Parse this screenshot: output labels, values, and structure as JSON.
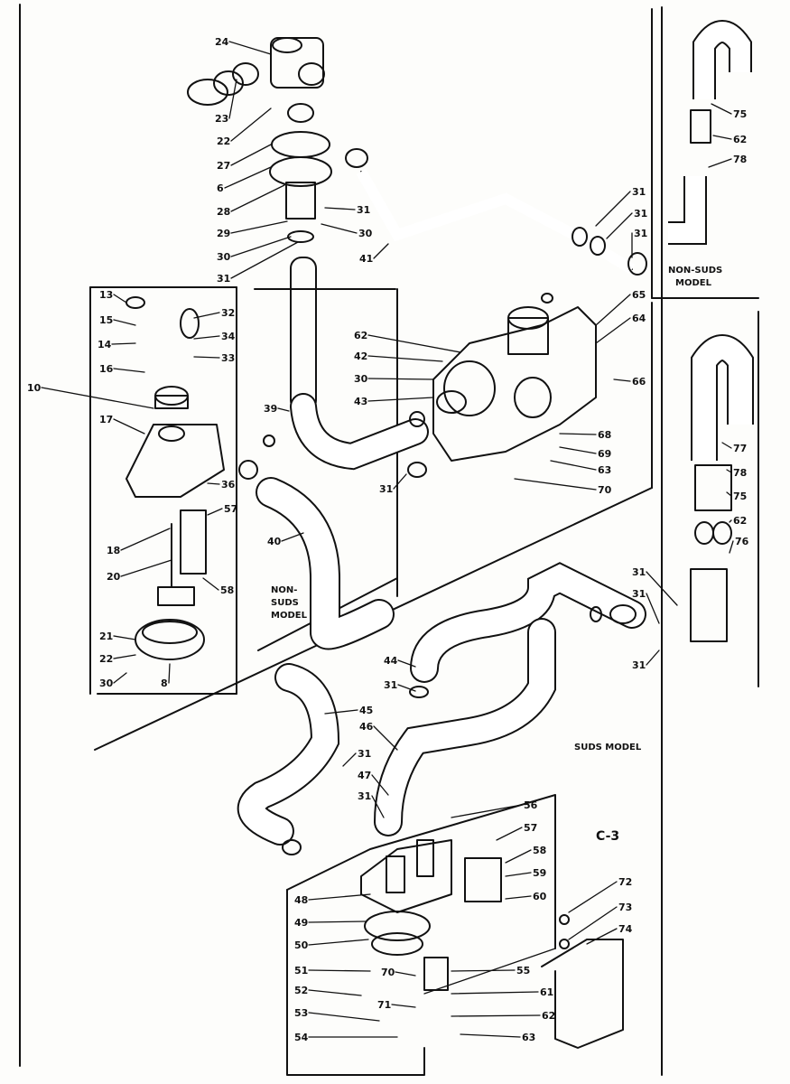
{
  "diagram": {
    "figure_code": "C-3",
    "captions": {
      "non_suds_top": [
        "NON-SUDS",
        "MODEL"
      ],
      "non_suds_left": [
        "NON-",
        "SUDS",
        "MODEL"
      ],
      "suds_model": "SUDS MODEL"
    },
    "callouts": {
      "top_pump": [
        "24",
        "23",
        "22",
        "27",
        "6",
        "28",
        "29",
        "30",
        "31",
        "31",
        "30"
      ],
      "upper_hose": [
        "31",
        "31",
        "31",
        "41"
      ],
      "upper_right": [
        "75",
        "62",
        "78"
      ],
      "left_box": [
        "13",
        "15",
        "14",
        "16",
        "10",
        "17",
        "18",
        "20",
        "21",
        "22",
        "30",
        "8",
        "32",
        "34",
        "33",
        "36",
        "57",
        "58"
      ],
      "motor": [
        "62",
        "42",
        "30",
        "43",
        "39",
        "40",
        "31",
        "65",
        "64",
        "66",
        "68",
        "69",
        "63",
        "70"
      ],
      "right_column": [
        "77",
        "78",
        "75",
        "62",
        "76",
        "31",
        "31",
        "31"
      ],
      "center": [
        "44",
        "31",
        "45",
        "46",
        "31",
        "47",
        "31"
      ],
      "bottom_pump": [
        "48",
        "49",
        "50",
        "51",
        "52",
        "53",
        "54",
        "55",
        "56",
        "57",
        "58",
        "59",
        "60",
        "61",
        "62",
        "63",
        "70",
        "71",
        "72",
        "73",
        "74"
      ]
    }
  }
}
